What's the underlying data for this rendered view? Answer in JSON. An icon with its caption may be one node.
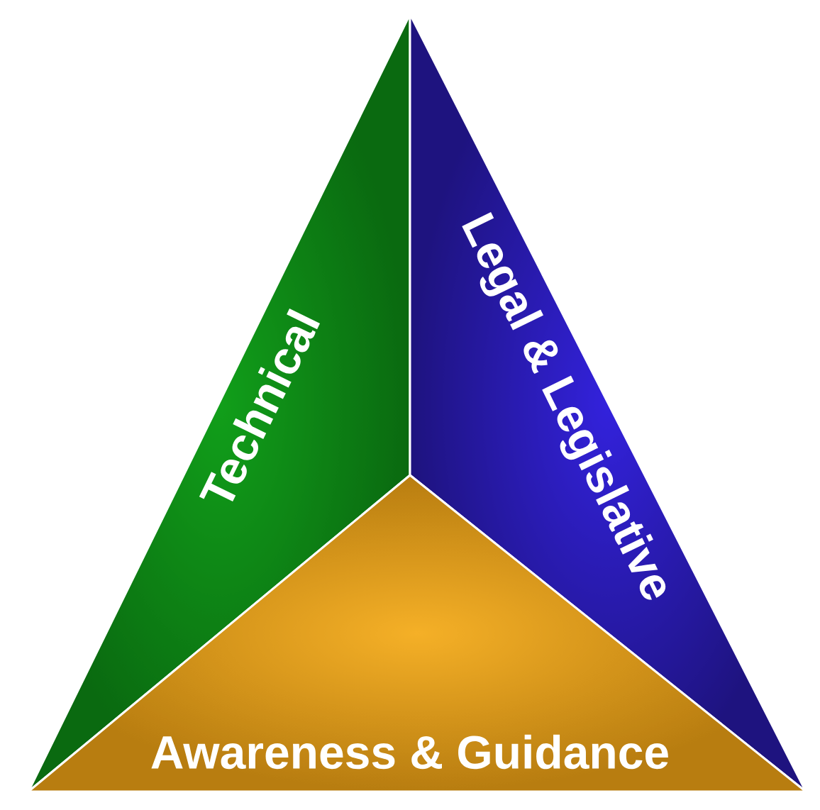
{
  "diagram": {
    "nodes": [
      {
        "text": [
          "Technical"
        ]
      },
      {
        "text": [
          "Legal & Legislative"
        ]
      },
      {
        "text": [
          "Awareness & Guidance"
        ]
      }
    ]
  }
}
